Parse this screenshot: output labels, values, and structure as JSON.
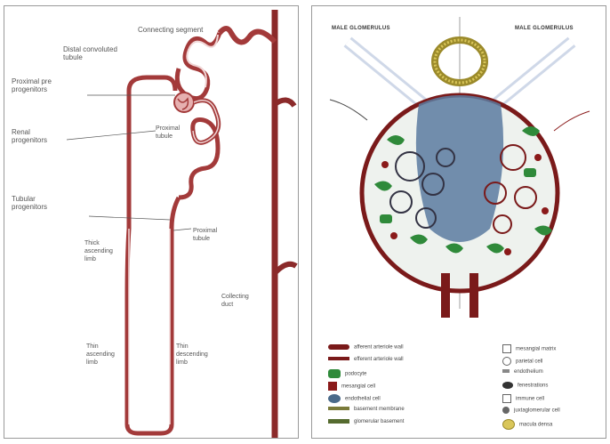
{
  "left_diagram": {
    "labels": {
      "connecting_segment": "Connecting segment",
      "distal_convoluted_tubule": "Distal convoluted\ntubule",
      "pars_recta_a": "Proximal pre\nprogenitors",
      "renal_progenitors": "Renal\nprogenitors",
      "proximal_tubule": "Proximal\ntubule",
      "tubular_progenitors": "Tubular\nprogenitors",
      "proximal_tubule_2": "Proximal\ntubule",
      "thick_ascending_limb": "Thick\nascending\nlimb",
      "collecting_duct": "Collecting\nduct",
      "thin_ascending_limb": "Thin\nascending\nlimb",
      "thin_descending_limb": "Thin\ndescending\nlimb"
    }
  },
  "right_diagram": {
    "header_left": "MALE GLOMERULUS",
    "header_right": "MALE GLOMERULUS",
    "legend": {
      "left": [
        {
          "text": "afferent arteriole wall",
          "color": "#7a1a1a"
        },
        {
          "text": "efferent arteriole wall",
          "color": "#7a1a1a"
        },
        {
          "text": "podocyte",
          "color": "#2f8a3a"
        },
        {
          "text": "mesangial cell",
          "color": "#8a1a1a"
        },
        {
          "text": "endothelial cell",
          "color": "#4a6a8a"
        },
        {
          "text": "basement membrane",
          "color": "#7a7a3a"
        },
        {
          "text": "glomerular basement",
          "color": "#556b2f"
        }
      ],
      "right": [
        {
          "text": "mesangial matrix",
          "color": "#666"
        },
        {
          "text": "parietal cell",
          "color": "#666"
        },
        {
          "text": "endothelium",
          "color": "#666"
        },
        {
          "text": "fenestrations",
          "color": "#666"
        },
        {
          "text": "immune cell",
          "color": "#666"
        },
        {
          "text": "juxtaglomerular cell",
          "color": "#666"
        },
        {
          "text": "macula densa",
          "color": "#666"
        }
      ]
    }
  }
}
